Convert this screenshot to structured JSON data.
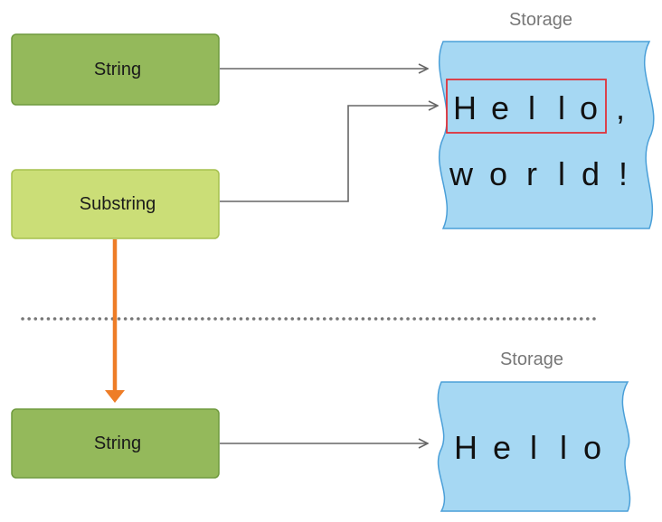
{
  "boxes": {
    "top_string": "String",
    "substring": "Substring",
    "bottom_string": "String"
  },
  "storage_labels": {
    "top": "Storage",
    "bottom": "Storage"
  },
  "top_storage": {
    "line1": [
      "H",
      "e",
      "l",
      "l",
      "o",
      ","
    ],
    "line2": [
      "w",
      "o",
      "r",
      "l",
      "d",
      "!"
    ]
  },
  "bottom_storage": {
    "line1": [
      "H",
      "e",
      "l",
      "l",
      "o"
    ]
  },
  "colors": {
    "string_box": "#94b95b",
    "substring_box": "#cbde77",
    "storage_fill": "#a6d8f3",
    "storage_stroke": "#4a9fd8",
    "highlight": "#e0323a",
    "orange_arrow": "#ee7d27",
    "gray_arrow": "#666666"
  }
}
